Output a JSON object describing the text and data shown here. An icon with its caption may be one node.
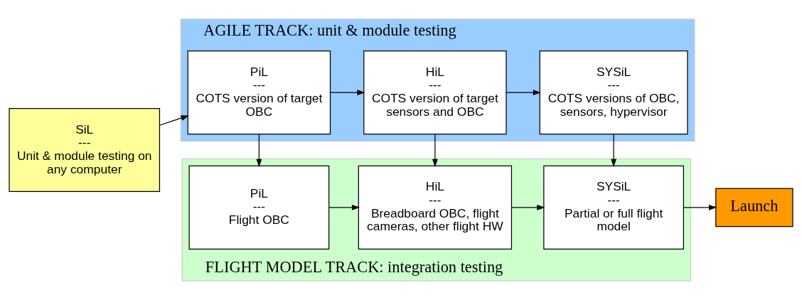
{
  "diagram": {
    "nodes": [
      {
        "text": [
          "AGILE TRACK: unit & module testing"
        ]
      },
      {
        "text": [
          "SiL",
          "---",
          "Unit & module testing on any computer"
        ]
      },
      {
        "text": [
          "PiL",
          "---",
          "COTS version of target OBC"
        ],
        "in": 0
      },
      {
        "text": [
          "HiL",
          "---",
          "COTS version of target sensors and OBC"
        ],
        "in": 0
      },
      {
        "text": [
          "SYSiL",
          "---",
          "COTS versions of OBC, sensors, hypervisor"
        ],
        "in": 0
      },
      {
        "text": [
          "FLIGHT MODEL TRACK: integration testing"
        ]
      },
      {
        "text": [
          "PiL",
          "---",
          "Flight OBC"
        ],
        "in": 5
      },
      {
        "text": [
          "HiL",
          "---",
          "Breadboard OBC, flight cameras, other flight HW"
        ],
        "in": 5
      },
      {
        "text": [
          "SYSiL",
          "---",
          "Partial or full flight model"
        ],
        "in": 5
      },
      {
        "text": [
          "Launch"
        ]
      }
    ],
    "edges": [
      {
        "from": 1,
        "to": 2,
        "arrow": "to"
      },
      {
        "from": 2,
        "to": 3,
        "arrow": "to"
      },
      {
        "from": 3,
        "to": 4,
        "arrow": "to"
      },
      {
        "from": 2,
        "to": 6,
        "arrow": "to"
      },
      {
        "from": 3,
        "to": 7,
        "arrow": "to"
      },
      {
        "from": 4,
        "to": 8,
        "arrow": "to"
      },
      {
        "from": 6,
        "to": 7,
        "arrow": "to"
      },
      {
        "from": 7,
        "to": 8,
        "arrow": "to"
      },
      {
        "from": 8,
        "to": 9,
        "arrow": "to"
      }
    ]
  }
}
